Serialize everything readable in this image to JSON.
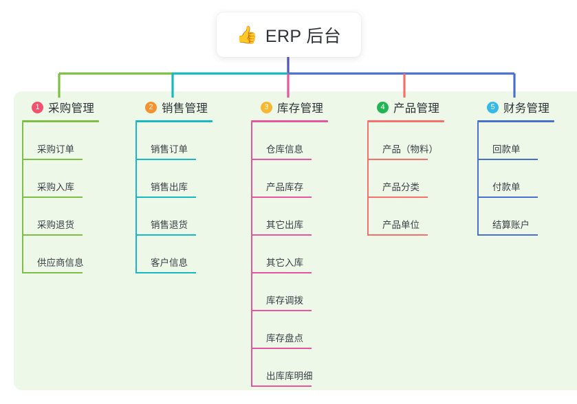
{
  "root": {
    "icon": "thumbs-up-icon",
    "emoji": "👍",
    "title": "ERP 后台"
  },
  "theme": {
    "panel_bg": "#eef8e9",
    "card_bg": "#ffffff",
    "text": "#2f3338",
    "trunk_line": "#4e56c0"
  },
  "columns": [
    {
      "number": "1",
      "title": "采购管理",
      "badge_color": "#f2526e",
      "line_color": "#7dbf45",
      "items": [
        {
          "label": "采购订单"
        },
        {
          "label": "采购入库"
        },
        {
          "label": "采购退货"
        },
        {
          "label": "供应商信息"
        }
      ]
    },
    {
      "number": "2",
      "title": "销售管理",
      "badge_color": "#f5922f",
      "line_color": "#16b9bd",
      "items": [
        {
          "label": "销售订单"
        },
        {
          "label": "销售出库"
        },
        {
          "label": "销售退货"
        },
        {
          "label": "客户信息"
        }
      ]
    },
    {
      "number": "3",
      "title": "库存管理",
      "badge_color": "#f7b731",
      "line_color": "#e8559f",
      "items": [
        {
          "label": "仓库信息"
        },
        {
          "label": "产品库存"
        },
        {
          "label": "其它出库"
        },
        {
          "label": "其它入库"
        },
        {
          "label": "库存调拨"
        },
        {
          "label": "库存盘点"
        },
        {
          "label": "出库库明细"
        }
      ]
    },
    {
      "number": "4",
      "title": "产品管理",
      "badge_color": "#22b455",
      "line_color": "#f5706a",
      "items": [
        {
          "label": "产品（物料）"
        },
        {
          "label": "产品分类"
        },
        {
          "label": "产品单位"
        }
      ]
    },
    {
      "number": "5",
      "title": "财务管理",
      "badge_color": "#36b8e8",
      "line_color": "#4a6fd0",
      "items": [
        {
          "label": "回款单"
        },
        {
          "label": "付款单"
        },
        {
          "label": "结算账户"
        }
      ]
    }
  ]
}
